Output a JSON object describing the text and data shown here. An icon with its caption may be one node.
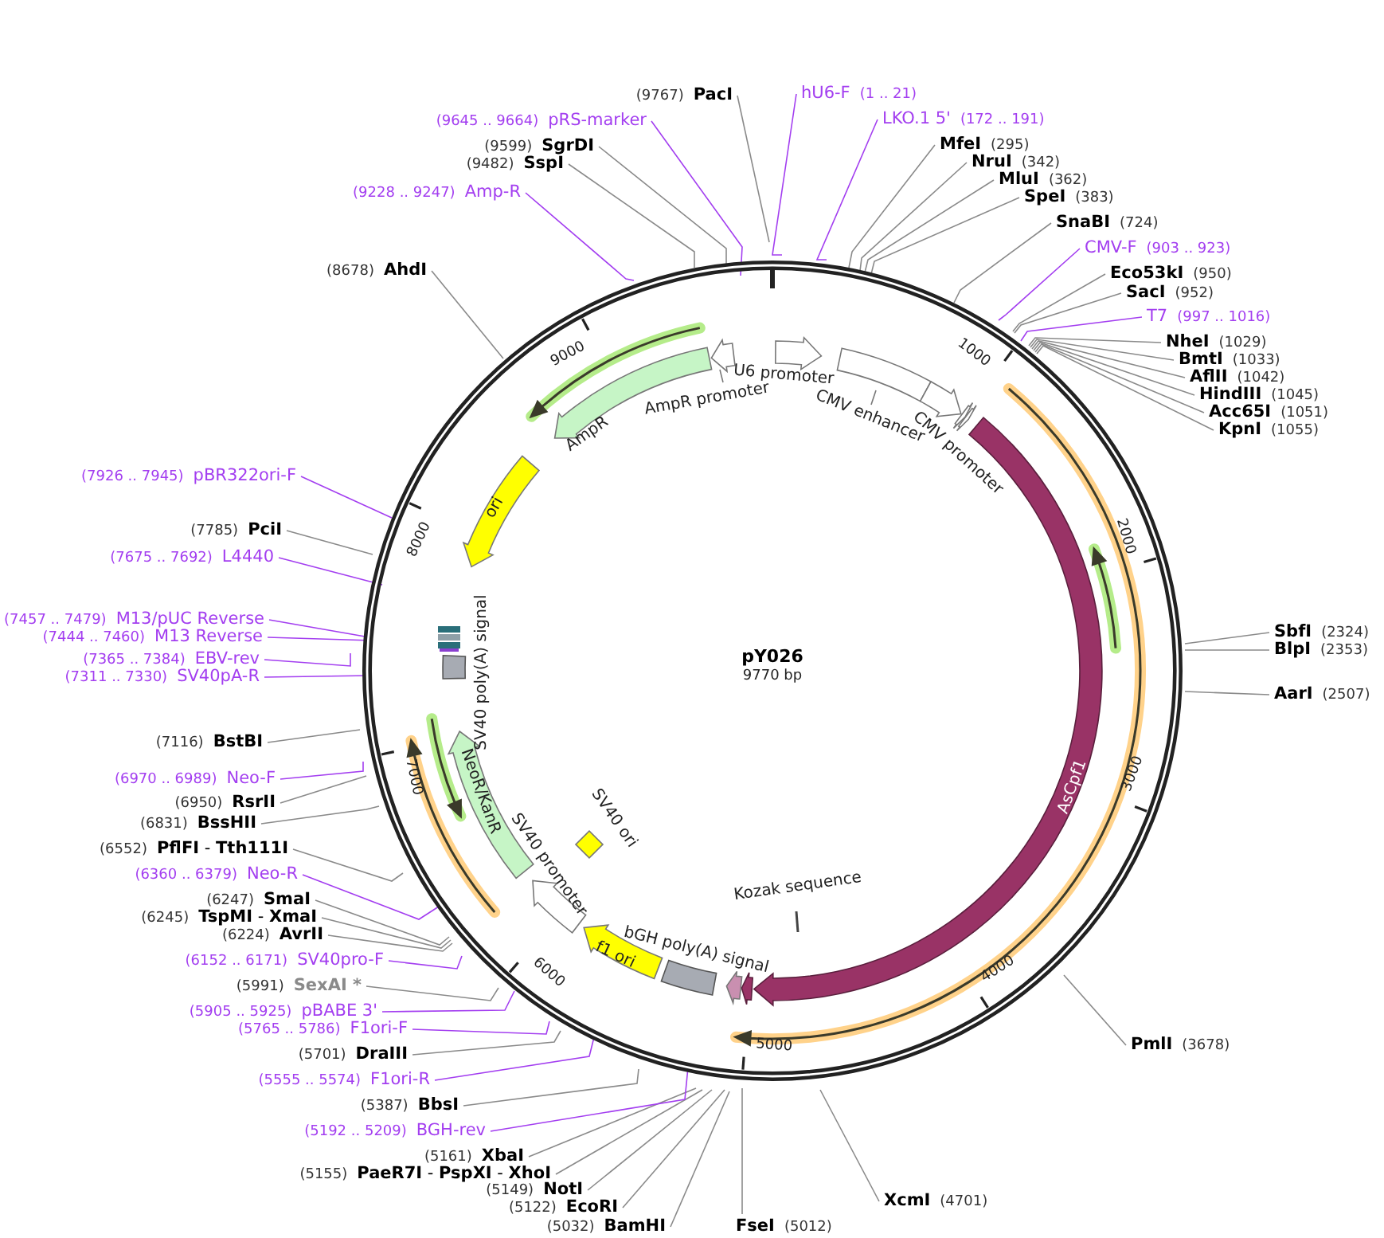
{
  "diagram": {
    "title": "pY026",
    "nodes": [
      {
        "text": [
          "hU6-F",
          "(1 .. 21)"
        ]
      },
      {
        "text": [
          "LKO.1 5'",
          "(172 .. 191)"
        ]
      },
      {
        "text": [
          "MfeI",
          "(295)"
        ]
      },
      {
        "text": [
          "NruI",
          "(342)"
        ]
      },
      {
        "text": [
          "MluI",
          "(362)"
        ]
      },
      {
        "text": [
          "SpeI",
          "(383)"
        ]
      },
      {
        "text": [
          "SnaBI",
          "(724)"
        ]
      },
      {
        "text": [
          "CMV-F",
          "(903 .. 923)"
        ]
      },
      {
        "text": [
          "Eco53kI",
          "(950)"
        ]
      },
      {
        "text": [
          "SacI",
          "(952)"
        ]
      },
      {
        "text": [
          "T7",
          "(997 .. 1016)"
        ]
      },
      {
        "text": [
          "NheI",
          "(1029)"
        ]
      },
      {
        "text": [
          "BmtI",
          "(1033)"
        ]
      },
      {
        "text": [
          "AflII",
          "(1042)"
        ]
      },
      {
        "text": [
          "HindIII",
          "(1045)"
        ]
      },
      {
        "text": [
          "Acc65I",
          "(1051)"
        ]
      },
      {
        "text": [
          "KpnI",
          "(1055)"
        ]
      },
      {
        "text": [
          "SbfI",
          "(2324)"
        ]
      },
      {
        "text": [
          "BlpI",
          "(2353)"
        ]
      },
      {
        "text": [
          "AarI",
          "(2507)"
        ]
      },
      {
        "text": [
          "PmlI",
          "(3678)"
        ]
      },
      {
        "text": [
          "XcmI",
          "(4701)"
        ]
      },
      {
        "text": [
          "FseI",
          "(5012)"
        ]
      },
      {
        "text": [
          "(5032)",
          "BamHI"
        ]
      },
      {
        "text": [
          "(5122)",
          "EcoRI"
        ]
      },
      {
        "text": [
          "(5149)",
          "NotI"
        ]
      },
      {
        "text": [
          "(5155)",
          "**PaeR7I** - **PspXI** - **XhoI**"
        ]
      },
      {
        "text": [
          "(5161)",
          "XbaI"
        ]
      },
      {
        "text": [
          "(5192 .. 5209)",
          "BGH-rev"
        ]
      },
      {
        "text": [
          "(5387)",
          "BbsI"
        ]
      },
      {
        "text": [
          "(5555 .. 5574)",
          "F1ori-R"
        ]
      },
      {
        "text": [
          "(5701)",
          "DraIII"
        ]
      },
      {
        "text": [
          "(5765 .. 5786)",
          "F1ori-F"
        ]
      },
      {
        "text": [
          "(5905 .. 5925)",
          "pBABE 3'"
        ]
      },
      {
        "text": [
          "(5991)",
          "SexAI *"
        ]
      },
      {
        "text": [
          "(6152 .. 6171)",
          "SV40pro-F"
        ]
      },
      {
        "text": [
          "(6224)",
          "AvrII"
        ]
      },
      {
        "text": [
          "(6245)",
          "**TspMI** - **XmaI**"
        ]
      },
      {
        "text": [
          "(6247)",
          "SmaI"
        ]
      },
      {
        "text": [
          "(6360 .. 6379)",
          "Neo-R"
        ]
      },
      {
        "text": [
          "(6552)",
          "**PflFI** - **Tth111I**"
        ]
      },
      {
        "text": [
          "(6831)",
          "BssHII"
        ]
      },
      {
        "text": [
          "(6950)",
          "RsrII"
        ]
      },
      {
        "text": [
          "(6970 .. 6989)",
          "Neo-F"
        ]
      },
      {
        "text": [
          "(7116)",
          "BstBI"
        ]
      },
      {
        "text": [
          "(7311 .. 7330)",
          "SV40pA-R"
        ]
      },
      {
        "text": [
          "(7365 .. 7384)",
          "EBV-rev"
        ]
      },
      {
        "text": [
          "(7444 .. 7460)",
          "M13 Reverse"
        ]
      },
      {
        "text": [
          "(7457 .. 7479)",
          "M13/pUC Reverse"
        ]
      },
      {
        "text": [
          "(7675 .. 7692)",
          "L4440"
        ]
      },
      {
        "text": [
          "(7785)",
          "PciI"
        ]
      },
      {
        "text": [
          "(7926 .. 7945)",
          "pBR322ori-F"
        ]
      },
      {
        "text": [
          "(8678)",
          "AhdI"
        ]
      },
      {
        "text": [
          "(9228 .. 9247)",
          "Amp-R"
        ]
      },
      {
        "text": [
          "(9482)",
          "SspI"
        ]
      },
      {
        "text": [
          "(9599)",
          "SgrDI"
        ]
      },
      {
        "text": [
          "(9645 .. 9664)",
          "pRS-marker"
        ]
      },
      {
        "text": [
          "(9767)",
          "PacI"
        ]
      },
      {
        "text": [
          "U6 promoter"
        ]
      },
      {
        "text": [
          "CMV enhancer"
        ]
      },
      {
        "text": [
          "CMV promoter"
        ]
      },
      {
        "text": [
          "AsCpf1"
        ]
      },
      {
        "text": [
          "Kozak sequence"
        ]
      },
      {
        "text": [
          "bGH poly(A) signal"
        ]
      },
      {
        "text": [
          "f1 ori"
        ]
      },
      {
        "text": [
          "SV40 promoter"
        ]
      },
      {
        "text": [
          "SV40 ori"
        ]
      },
      {
        "text": [
          "NeoR/KanR"
        ]
      },
      {
        "text": [
          "SV40 poly(A) signal"
        ]
      },
      {
        "text": [
          "ori"
        ]
      },
      {
        "text": [
          "AmpR"
        ]
      },
      {
        "text": [
          "AmpR promoter"
        ]
      }
    ],
    "edges": [
      {
        "from": 0,
        "to": null,
        "arrow": "none",
        "color": "#a33ef0"
      },
      {
        "from": 1,
        "to": null,
        "arrow": "none",
        "color": "#a33ef0"
      },
      {
        "from": 2,
        "to": null,
        "arrow": "none"
      },
      {
        "from": 3,
        "to": null,
        "arrow": "none"
      },
      {
        "from": 4,
        "to": null,
        "arrow": "none"
      },
      {
        "from": 5,
        "to": null,
        "arrow": "none"
      },
      {
        "from": 6,
        "to": null,
        "arrow": "none"
      },
      {
        "from": 7,
        "to": null,
        "arrow": "none",
        "color": "#a33ef0"
      },
      {
        "from": 8,
        "to": null,
        "arrow": "none"
      },
      {
        "from": 9,
        "to": null,
        "arrow": "none"
      },
      {
        "from": 10,
        "to": null,
        "arrow": "none",
        "color": "#a33ef0"
      },
      {
        "from": 11,
        "to": null,
        "arrow": "none"
      },
      {
        "from": 12,
        "to": null,
        "arrow": "none"
      },
      {
        "from": 13,
        "to": null,
        "arrow": "none"
      },
      {
        "from": 14,
        "to": null,
        "arrow": "none"
      },
      {
        "from": 15,
        "to": null,
        "arrow": "none"
      },
      {
        "from": 16,
        "to": null,
        "arrow": "none"
      },
      {
        "from": 17,
        "to": null,
        "arrow": "none"
      },
      {
        "from": 18,
        "to": null,
        "arrow": "none"
      },
      {
        "from": 19,
        "to": null,
        "arrow": "none"
      },
      {
        "from": 20,
        "to": null,
        "arrow": "none"
      },
      {
        "from": 21,
        "to": null,
        "arrow": "none"
      },
      {
        "from": 22,
        "to": null,
        "arrow": "none"
      },
      {
        "from": 23,
        "to": null,
        "arrow": "none"
      },
      {
        "from": 24,
        "to": null,
        "arrow": "none"
      },
      {
        "from": 25,
        "to": null,
        "arrow": "none"
      },
      {
        "from": 26,
        "to": null,
        "arrow": "none"
      },
      {
        "from": 27,
        "to": null,
        "arrow": "none"
      },
      {
        "from": 28,
        "to": null,
        "arrow": "none",
        "color": "#a33ef0"
      },
      {
        "from": 29,
        "to": null,
        "arrow": "none"
      },
      {
        "from": 30,
        "to": null,
        "arrow": "none",
        "color": "#a33ef0"
      },
      {
        "from": 31,
        "to": null,
        "arrow": "none"
      },
      {
        "from": 32,
        "to": null,
        "arrow": "none",
        "color": "#a33ef0"
      },
      {
        "from": 33,
        "to": null,
        "arrow": "none",
        "color": "#a33ef0"
      },
      {
        "from": 34,
        "to": null,
        "arrow": "none"
      },
      {
        "from": 35,
        "to": null,
        "arrow": "none",
        "color": "#a33ef0"
      },
      {
        "from": 36,
        "to": null,
        "arrow": "none"
      },
      {
        "from": 37,
        "to": null,
        "arrow": "none"
      },
      {
        "from": 38,
        "to": null,
        "arrow": "none"
      },
      {
        "from": 39,
        "to": null,
        "arrow": "none",
        "color": "#a33ef0"
      },
      {
        "from": 40,
        "to": null,
        "arrow": "none"
      },
      {
        "from": 41,
        "to": null,
        "arrow": "none"
      },
      {
        "from": 42,
        "to": null,
        "arrow": "none"
      },
      {
        "from": 43,
        "to": null,
        "arrow": "none",
        "color": "#a33ef0"
      },
      {
        "from": 44,
        "to": null,
        "arrow": "none"
      },
      {
        "from": 45,
        "to": null,
        "arrow": "none",
        "color": "#a33ef0"
      },
      {
        "from": 46,
        "to": null,
        "arrow": "none",
        "color": "#a33ef0"
      },
      {
        "from": 47,
        "to": null,
        "arrow": "none",
        "color": "#a33ef0"
      },
      {
        "from": 48,
        "to": null,
        "arrow": "none",
        "color": "#a33ef0"
      },
      {
        "from": 49,
        "to": null,
        "arrow": "none",
        "color": "#a33ef0"
      },
      {
        "from": 50,
        "to": null,
        "arrow": "none"
      },
      {
        "from": 51,
        "to": null,
        "arrow": "none",
        "color": "#a33ef0"
      },
      {
        "from": 52,
        "to": null,
        "arrow": "none"
      },
      {
        "from": 53,
        "to": null,
        "arrow": "none",
        "color": "#a33ef0"
      },
      {
        "from": 54,
        "to": null,
        "arrow": "none"
      },
      {
        "from": 55,
        "to": null,
        "arrow": "none"
      },
      {
        "from": 56,
        "to": null,
        "arrow": "none",
        "color": "#a33ef0"
      },
      {
        "from": 57,
        "to": null,
        "arrow": "none"
      }
    ],
    "labels": [
      "9770 bp",
      "1000",
      "2000",
      "3000",
      "4000",
      "5000",
      "6000",
      "7000",
      "8000",
      "9000"
    ]
  }
}
